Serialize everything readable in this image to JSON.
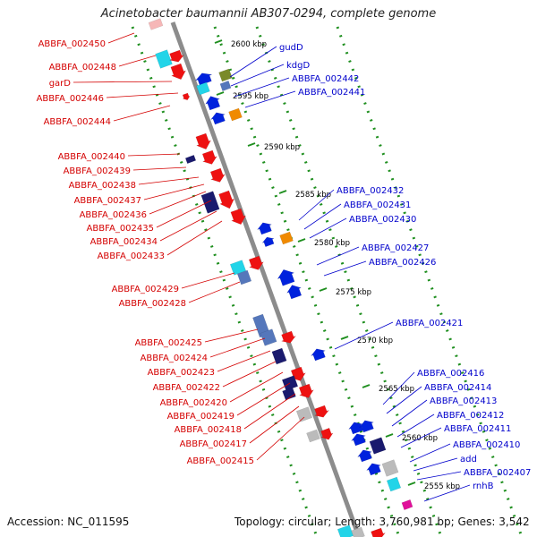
{
  "title": "Acinetobacter baumannii AB307-0294, complete genome",
  "footer": {
    "accession": "Accession: NC_011595",
    "topology": "Topology: circular; Length: 3,760,981 bp; Genes: 3,542"
  },
  "colors": {
    "left_label": "#d40000",
    "right_label": "#0000cc",
    "backbone": "#8c8c8c",
    "dots": "#1f8f1f"
  },
  "kbp_marks": [
    "2600 kbp",
    "2595 kbp",
    "2590 kbp",
    "2585 kbp",
    "2580 kbp",
    "2575 kbp",
    "2570 kbp",
    "2565 kbp",
    "2560 kbp",
    "2555 kbp"
  ],
  "left_labels": [
    "ABBFA_002450",
    "ABBFA_002448",
    "garD",
    "ABBFA_002446",
    "ABBFA_002444",
    "ABBFA_002440",
    "ABBFA_002439",
    "ABBFA_002438",
    "ABBFA_002437",
    "ABBFA_002436",
    "ABBFA_002435",
    "ABBFA_002434",
    "ABBFA_002433",
    "ABBFA_002429",
    "ABBFA_002428",
    "ABBFA_002425",
    "ABBFA_002424",
    "ABBFA_002423",
    "ABBFA_002422",
    "ABBFA_002420",
    "ABBFA_002419",
    "ABBFA_002418",
    "ABBFA_002417",
    "ABBFA_002415"
  ],
  "right_labels": [
    "gudD",
    "kdgD",
    "ABBFA_002442",
    "ABBFA_002441",
    "ABBFA_002432",
    "ABBFA_002431",
    "ABBFA_002430",
    "ABBFA_002427",
    "ABBFA_002426",
    "ABBFA_002421",
    "ABBFA_002416",
    "ABBFA_002414",
    "ABBFA_002413",
    "ABBFA_002412",
    "ABBFA_002411",
    "ABBFA_002410",
    "add",
    "ABBFA_002407",
    "rnhB"
  ]
}
